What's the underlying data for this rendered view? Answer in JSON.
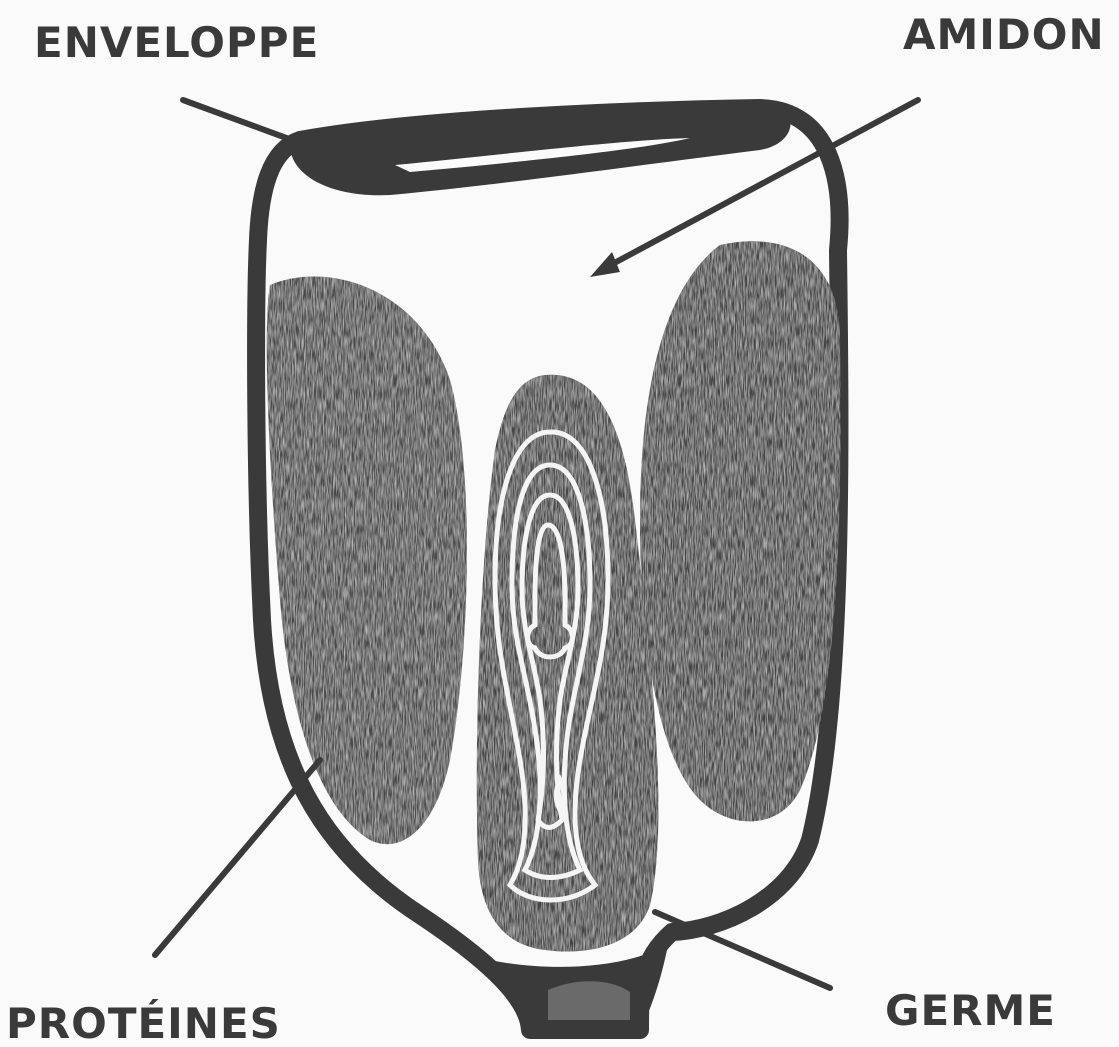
{
  "labels": {
    "enveloppe": "ENVELOPPE",
    "amidon": "AMIDON",
    "proteines": "PROTÉINES",
    "germe": "GERME"
  },
  "colors": {
    "background": "#fafafa",
    "ink": "#3a3a3a",
    "shading": "#555555"
  }
}
